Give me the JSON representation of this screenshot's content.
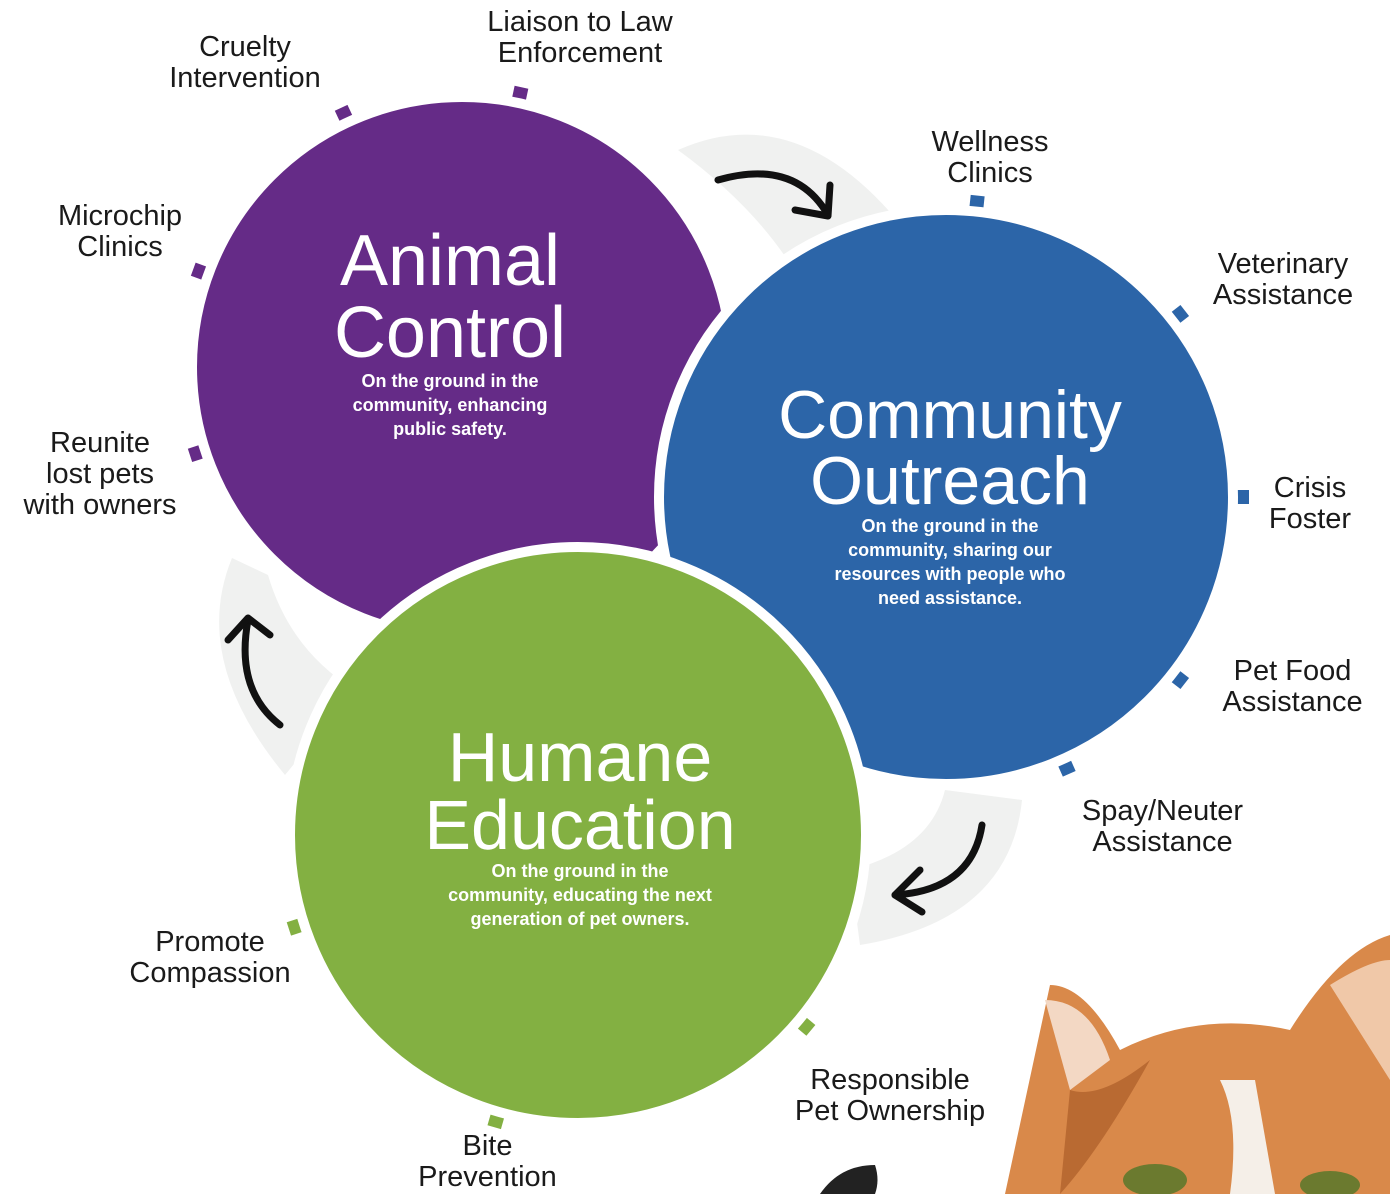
{
  "colors": {
    "animal_control": "#652b87",
    "community_outreach": "#2c65a8",
    "humane_education": "#83b042",
    "connector": "#f0f1f0",
    "arrow": "#111111"
  },
  "circles": {
    "animal_control": {
      "title": "Animal\nControl",
      "subtitle": "On the ground in the\ncommunity, enhancing\npublic safety."
    },
    "community_outreach": {
      "title": "Community\nOutreach",
      "subtitle": "On the ground in the\ncommunity, sharing our\nresources with people who\nneed assistance."
    },
    "humane_education": {
      "title": "Humane\nEducation",
      "subtitle": "On the ground in the\ncommunity, educating the next\ngeneration of pet owners."
    }
  },
  "labels": {
    "cruelty": "Cruelty\nIntervention",
    "liaison": "Liaison to Law\nEnforcement",
    "microchip": "Microchip\nClinics",
    "reunite": "Reunite\nlost pets\nwith owners",
    "wellness": "Wellness\nClinics",
    "veterinary": "Veterinary\nAssistance",
    "crisis": "Crisis\nFoster",
    "petfood": "Pet Food\nAssistance",
    "spay": "Spay/Neuter\nAssistance",
    "responsible": "Responsible\nPet Ownership",
    "bite": "Bite\nPrevention",
    "compassion": "Promote\nCompassion"
  },
  "icons": {
    "arrow_1": "curved-arrow-right-icon",
    "arrow_2": "curved-arrow-down-left-icon",
    "arrow_3": "curved-arrow-up-icon"
  }
}
